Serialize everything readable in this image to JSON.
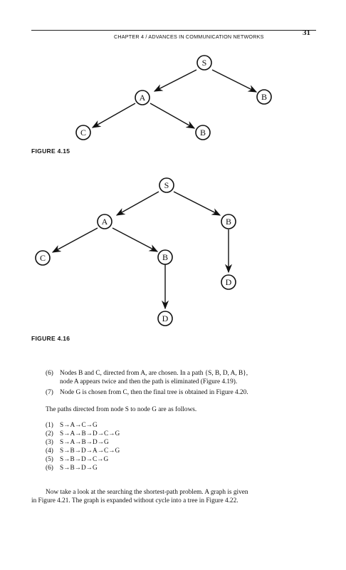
{
  "header": {
    "title": "CHAPTER 4 / ADVANCES IN COMMUNICATION NETWORKS",
    "page_number": "31"
  },
  "figure_15": {
    "caption": "FIGURE 4.15",
    "nodes": {
      "s": "S",
      "a": "A",
      "b_right": "B",
      "c": "C",
      "b_child": "B"
    }
  },
  "figure_16": {
    "caption": "FIGURE 4.16",
    "nodes": {
      "s": "S",
      "a": "A",
      "b_right": "B",
      "c": "C",
      "b_child": "B",
      "d_right": "D",
      "d_child": "D"
    }
  },
  "body": {
    "steps": [
      {
        "num": "(6)",
        "line1": "Nodes B and C, directed from A, are chosen. In a path {S, B, D, A, B},",
        "line2": "node A appears twice and then the path is eliminated (Figure 4.19)."
      },
      {
        "num": "(7)",
        "line1": "Node G is chosen from C, then the final tree is obtained in Figure 4.20."
      }
    ],
    "paths_intro": "The paths directed from node S to node G are as follows.",
    "paths": [
      {
        "num": "(1)",
        "path": "S→A→C→G"
      },
      {
        "num": "(2)",
        "path": "S→A→B→D→C→G"
      },
      {
        "num": "(3)",
        "path": "S→A→B→D→G"
      },
      {
        "num": "(4)",
        "path": "S→B→D→A→C→G"
      },
      {
        "num": "(5)",
        "path": "S→B→D→C→G"
      },
      {
        "num": "(6)",
        "path": "S→B→D→G"
      }
    ],
    "closing_line1": "Now take a look at the searching the shortest-path problem. A graph is given",
    "closing_line2": "in Figure 4.21. The graph is expanded without cycle into a tree in Figure 4.22."
  }
}
